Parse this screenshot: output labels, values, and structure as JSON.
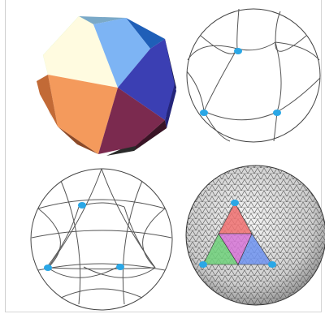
{
  "figure": {
    "panels": [
      {
        "name": "icosahedron-solid",
        "description_visible": false
      },
      {
        "name": "sphere-icosahedral-projection"
      },
      {
        "name": "sphere-subdivided-level-1"
      },
      {
        "name": "sphere-fine-mesh-colored"
      }
    ],
    "colors": {
      "vertex_marker": "#2aa7e6",
      "face_yellow": "#fffbe0",
      "face_light_blue": "#7db4f4",
      "face_indigo": "#3b3fb3",
      "face_orange": "#f49a5c",
      "face_maroon": "#7b2a4f",
      "face_green": "#b9ee9a",
      "tri_red": "#f07070",
      "tri_magenta": "#d674d6",
      "tri_green": "#6fd17a",
      "tri_blue": "#6f93f0"
    }
  }
}
